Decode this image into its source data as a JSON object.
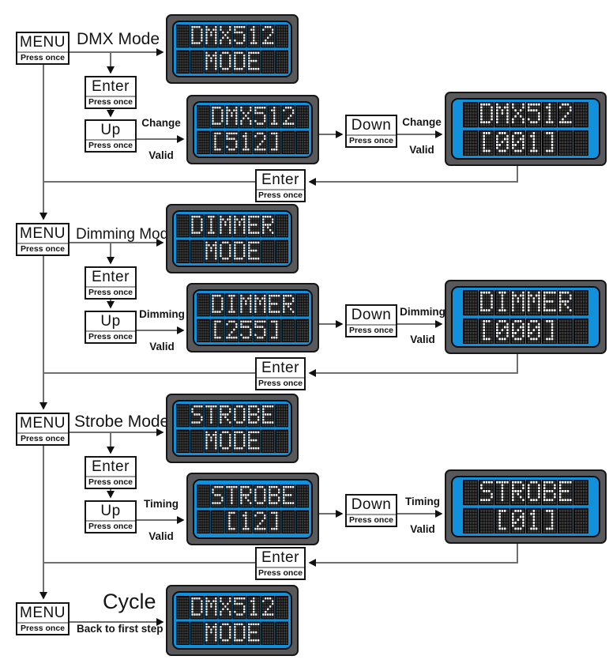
{
  "buttons": {
    "menu": "MENU",
    "enter": "Enter",
    "up": "Up",
    "down": "Down",
    "press_once": "Press once"
  },
  "sections": [
    {
      "mode_label": "DMX Mode",
      "up_effect": [
        "Change",
        "Valid"
      ],
      "down_effect": [
        "Change",
        "Valid"
      ],
      "lcd_mode": [
        "DMX512",
        "MODE"
      ],
      "lcd_up": [
        "DMX512",
        "[512]"
      ],
      "lcd_down": [
        "DMX512",
        "[001]"
      ]
    },
    {
      "mode_label": "Dimming Mode",
      "up_effect": [
        "Dimming",
        "Valid"
      ],
      "down_effect": [
        "Dimming",
        "Valid"
      ],
      "lcd_mode": [
        "DIMMER",
        "MODE"
      ],
      "lcd_up": [
        "DIMMER",
        "[255]"
      ],
      "lcd_down": [
        "DIMMER",
        "[000]"
      ]
    },
    {
      "mode_label": "Strobe Mode",
      "up_effect": [
        "Timing",
        "Valid"
      ],
      "down_effect": [
        "Timing",
        "Valid"
      ],
      "lcd_mode": [
        "STROBE",
        "MODE"
      ],
      "lcd_up": [
        "STROBE",
        "[12]"
      ],
      "lcd_down": [
        "STROBE",
        "[01]"
      ]
    }
  ],
  "cycle": {
    "mode_label": "Cycle",
    "sub_label": "Back to first step",
    "lcd_mode": [
      "DMX512",
      "MODE"
    ]
  },
  "colors": {
    "lcd_screen_blue": "#1191dc",
    "lcd_frame_gray": "#59595c",
    "lit_dot": "#ffffff",
    "unlit_dot": "#3a3a3a",
    "cell_bg": "#0a0a0a",
    "wire": "#6e6e6e",
    "arrow": "#111111"
  }
}
